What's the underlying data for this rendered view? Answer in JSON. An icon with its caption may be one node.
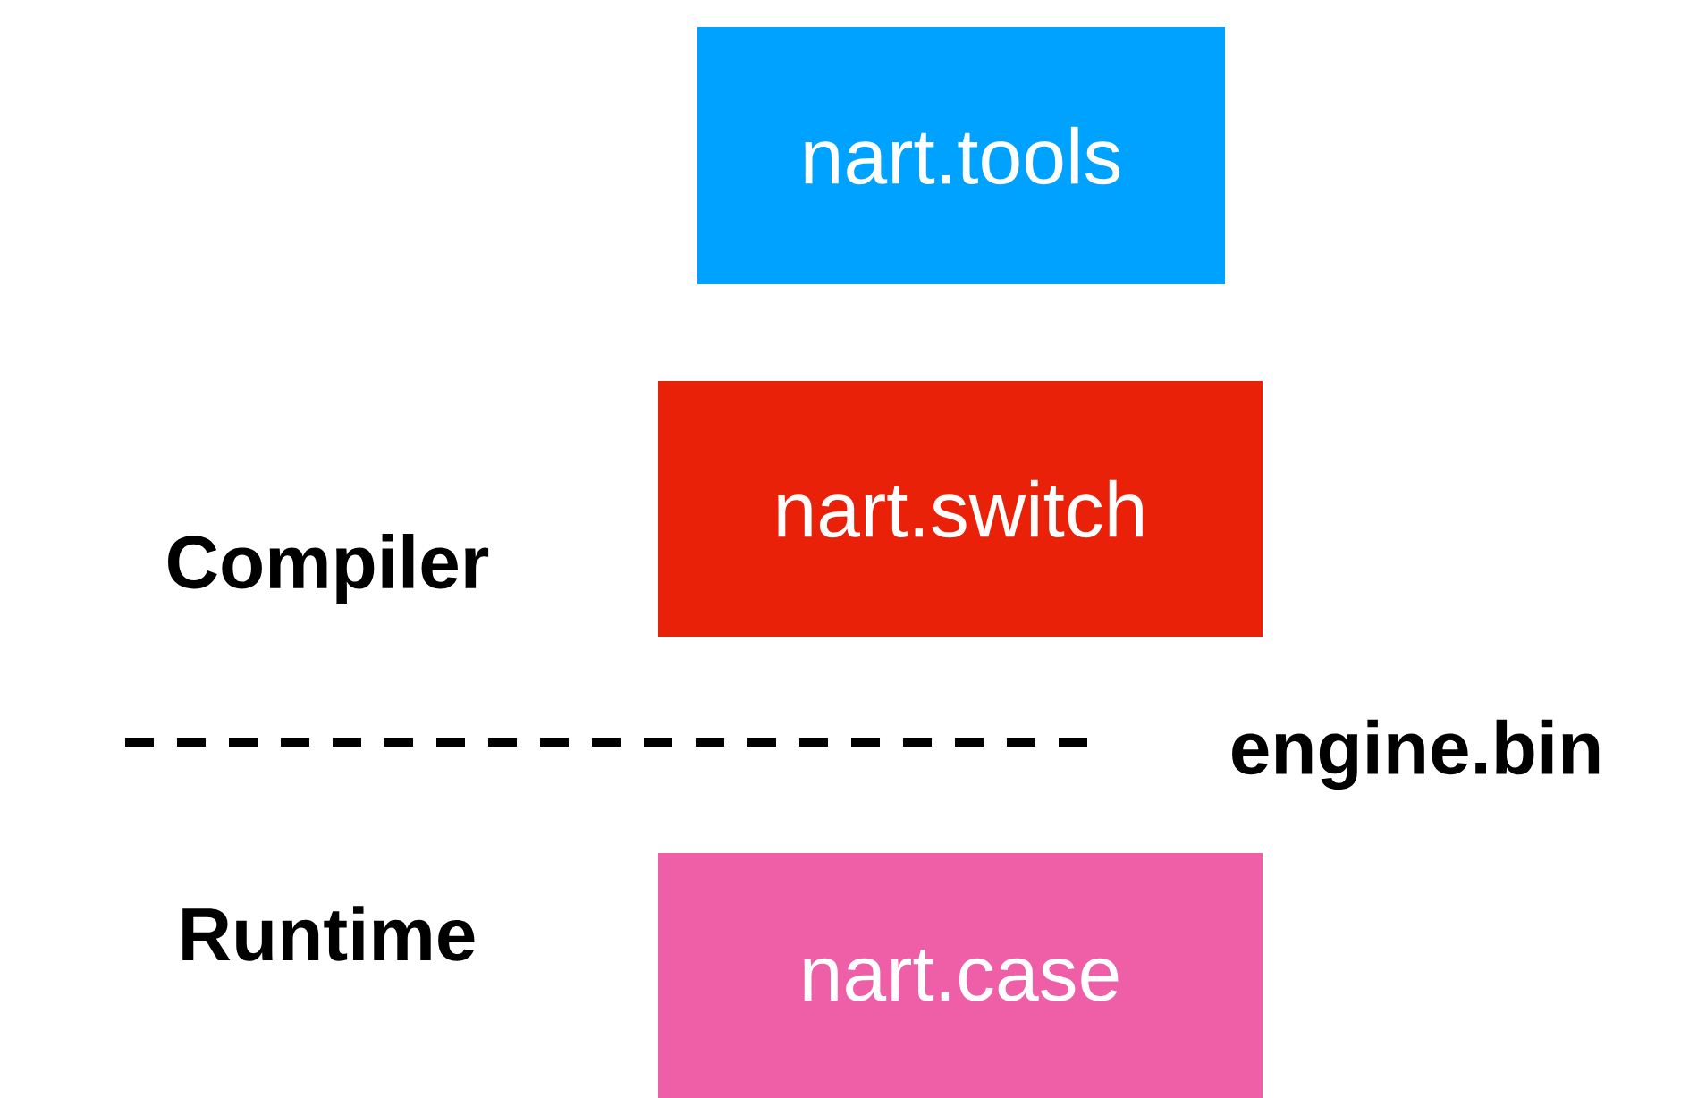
{
  "diagram": {
    "nodes": [
      {
        "text": [
          "nart.tools"
        ]
      },
      {
        "text": [
          "nart.switch"
        ]
      },
      {
        "text": [
          "nart.case"
        ]
      }
    ],
    "labels": [
      "Compiler",
      "engine.bin",
      "Runtime"
    ]
  }
}
